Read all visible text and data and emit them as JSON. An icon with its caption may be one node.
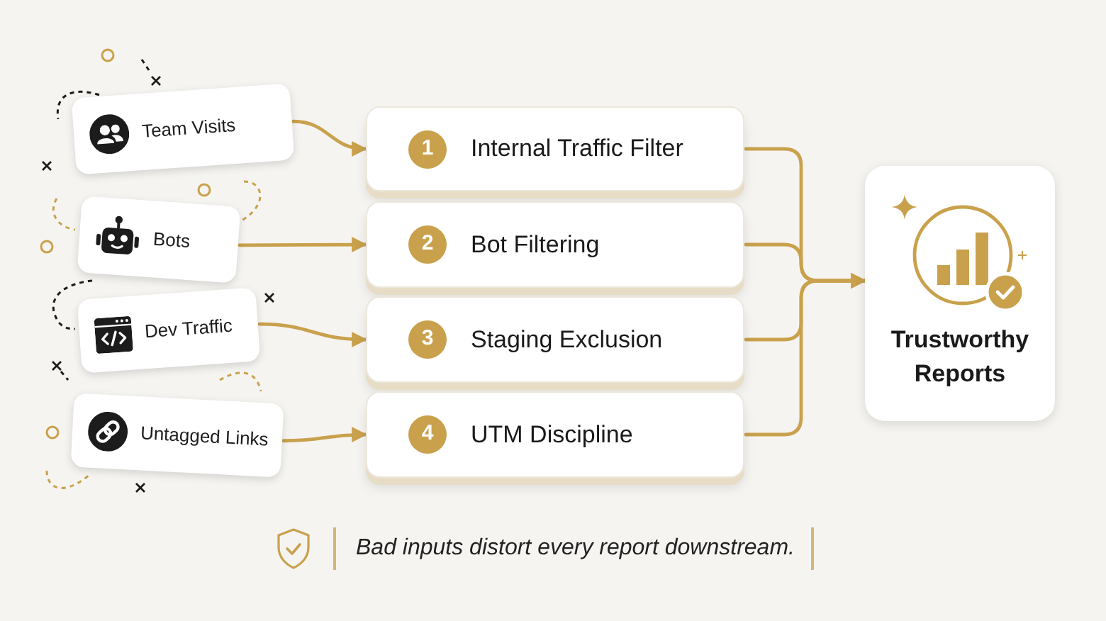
{
  "diagram": {
    "nodes": [
      {
        "text": [
          "Team Visits"
        ]
      },
      {
        "text": [
          "Bots"
        ]
      },
      {
        "text": [
          "Dev Traffic"
        ]
      },
      {
        "text": [
          "Untagged Links"
        ]
      },
      {
        "text": [
          "1",
          "Internal Traffic Filter"
        ]
      },
      {
        "text": [
          "2",
          "Bot Filtering"
        ]
      },
      {
        "text": [
          "3",
          "Staging Exclusion"
        ]
      },
      {
        "text": [
          "4",
          "UTM Discipline"
        ]
      },
      {
        "text": [
          "Trustworthy Reports"
        ]
      }
    ],
    "edges": [
      {
        "from": 0,
        "to": 4,
        "arrow": "to"
      },
      {
        "from": 1,
        "to": 5,
        "arrow": "to"
      },
      {
        "from": 2,
        "to": 6,
        "arrow": "to"
      },
      {
        "from": 3,
        "to": 7,
        "arrow": "to"
      },
      {
        "from": 4,
        "to": 8,
        "arrow": "to"
      },
      {
        "from": 5,
        "to": 8,
        "arrow": "to"
      },
      {
        "from": 6,
        "to": 8,
        "arrow": "to"
      },
      {
        "from": 7,
        "to": 8,
        "arrow": "to"
      }
    ],
    "labels": [
      "Bad inputs distort every report downstream."
    ]
  }
}
